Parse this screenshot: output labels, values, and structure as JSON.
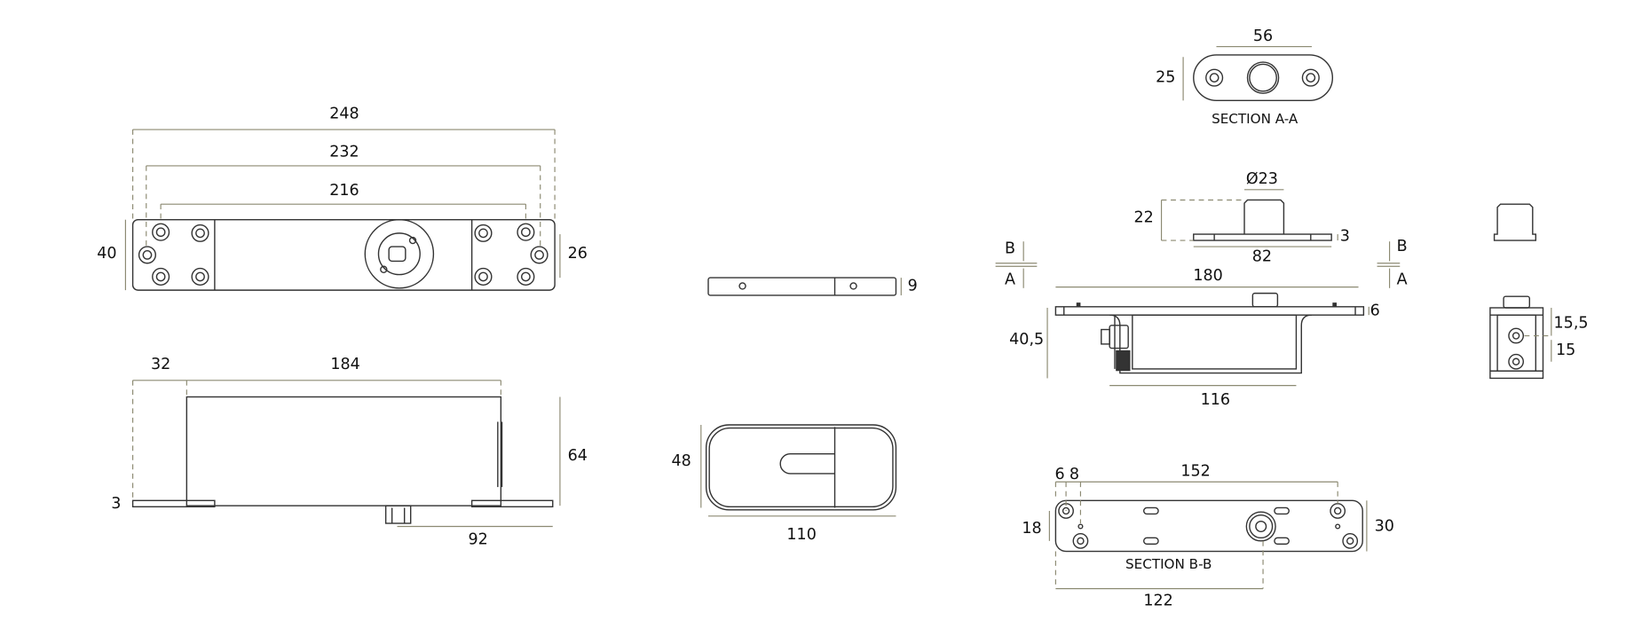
{
  "top_view": {
    "d248": "248",
    "d232": "232",
    "d216": "216",
    "d40": "40",
    "d26": "26"
  },
  "side_view": {
    "d32": "32",
    "d184": "184",
    "d64": "64",
    "d3": "3",
    "d92": "92"
  },
  "edge_view": {
    "d9": "9"
  },
  "cover_view": {
    "d48": "48",
    "d110": "110"
  },
  "section_aa": {
    "title": "SECTION A-A",
    "d56": "56",
    "d25": "25"
  },
  "spindle": {
    "dia": "Ø23",
    "d22": "22",
    "d3": "3",
    "d82": "82"
  },
  "section_markers": {
    "b_left": "B",
    "a_left": "A",
    "b_right": "B",
    "a_right": "A"
  },
  "main_side": {
    "d180": "180",
    "d6": "6",
    "d40_5": "40,5",
    "d116": "116"
  },
  "end_view": {
    "d15_5": "15,5",
    "d15": "15"
  },
  "section_bb": {
    "title": "SECTION B-B",
    "d6": "6",
    "d8": "8",
    "d152": "152",
    "d18": "18",
    "d30": "30",
    "d122": "122"
  }
}
